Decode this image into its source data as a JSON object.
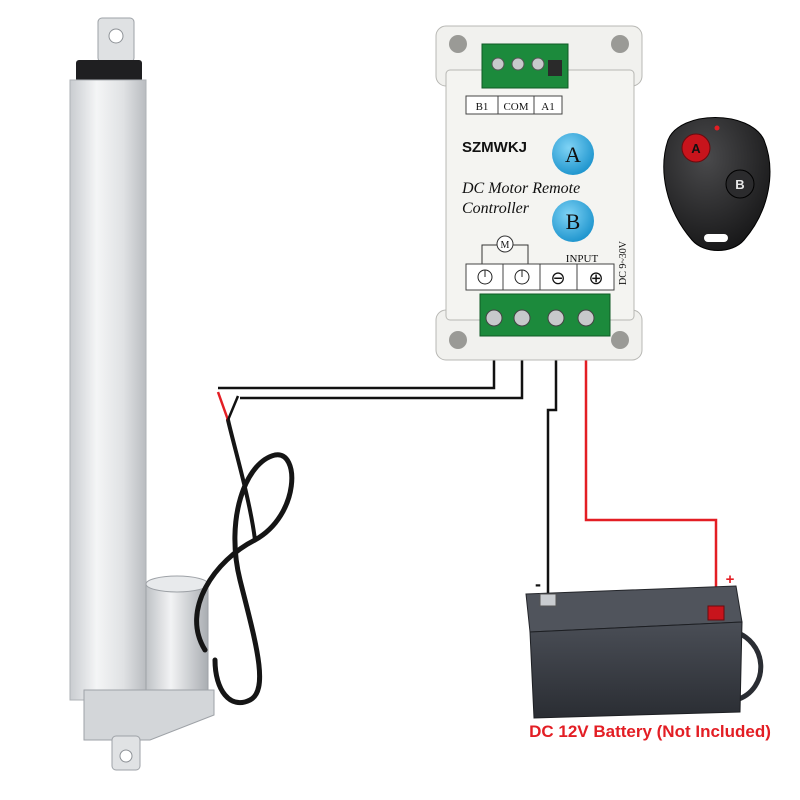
{
  "controller": {
    "brand": "SZMWKJ",
    "title_line1": "DC Motor Remote",
    "title_line2": "Controller",
    "button_a": "A",
    "button_b": "B",
    "relay_labels": [
      "B1",
      "COM",
      "A1"
    ],
    "motor_symbol": "M",
    "input_label": "INPUT",
    "voltage_label": "DC 9~30V",
    "minus_symbol": "⊖",
    "plus_symbol": "⊕"
  },
  "remote": {
    "button_a": "A",
    "button_b": "B"
  },
  "battery": {
    "minus": "-",
    "plus": "+",
    "caption": "DC 12V Battery (Not Included)"
  },
  "colors": {
    "red_wire": "#e31e24",
    "black_wire": "#111111",
    "button_blue": "#2aa9e0",
    "caption": "#e31e24",
    "battery_body": "#3a3d44",
    "actuator": "#e2e4e6"
  }
}
